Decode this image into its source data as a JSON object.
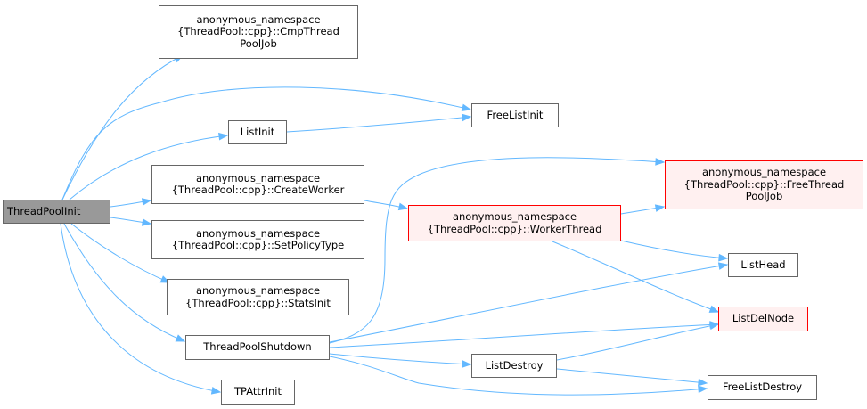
{
  "colors": {
    "edge": "#63b8ff",
    "node_border": "#666666",
    "root_fill": "#999999",
    "alert_border": "#ff0000",
    "alert_fill": "#fff0f0"
  },
  "nodes": {
    "root": {
      "lines": [
        "ThreadPoolInit"
      ]
    },
    "cmpjob": {
      "lines": [
        "anonymous_namespace",
        "{ThreadPool::cpp}::CmpThread",
        "PoolJob"
      ]
    },
    "freelistinit": {
      "lines": [
        "FreeListInit"
      ]
    },
    "listinit": {
      "lines": [
        "ListInit"
      ]
    },
    "createworker": {
      "lines": [
        "anonymous_namespace",
        "{ThreadPool::cpp}::CreateWorker"
      ]
    },
    "freethreadpool": {
      "lines": [
        "anonymous_namespace",
        "{ThreadPool::cpp}::FreeThread",
        "PoolJob"
      ]
    },
    "workerthread": {
      "lines": [
        "anonymous_namespace",
        "{ThreadPool::cpp}::WorkerThread"
      ]
    },
    "setpolicy": {
      "lines": [
        "anonymous_namespace",
        "{ThreadPool::cpp}::SetPolicyType"
      ]
    },
    "listhead": {
      "lines": [
        "ListHead"
      ]
    },
    "statsinit": {
      "lines": [
        "anonymous_namespace",
        "{ThreadPool::cpp}::StatsInit"
      ]
    },
    "listdelnode": {
      "lines": [
        "ListDelNode"
      ]
    },
    "shutdown": {
      "lines": [
        "ThreadPoolShutdown"
      ]
    },
    "listdestroy": {
      "lines": [
        "ListDestroy"
      ]
    },
    "freelistdestroy": {
      "lines": [
        "FreeListDestroy"
      ]
    },
    "tpattrinit": {
      "lines": [
        "TPAttrInit"
      ]
    }
  },
  "edges": [
    [
      "root",
      "cmpjob"
    ],
    [
      "root",
      "freelistinit"
    ],
    [
      "root",
      "listinit"
    ],
    [
      "root",
      "createworker"
    ],
    [
      "root",
      "setpolicy"
    ],
    [
      "root",
      "statsinit"
    ],
    [
      "root",
      "shutdown"
    ],
    [
      "root",
      "tpattrinit"
    ],
    [
      "listinit",
      "freelistinit"
    ],
    [
      "createworker",
      "workerthread"
    ],
    [
      "workerthread",
      "freethreadpool"
    ],
    [
      "workerthread",
      "listhead"
    ],
    [
      "workerthread",
      "listdelnode"
    ],
    [
      "shutdown",
      "freethreadpool"
    ],
    [
      "shutdown",
      "listhead"
    ],
    [
      "shutdown",
      "listdelnode"
    ],
    [
      "shutdown",
      "listdestroy"
    ],
    [
      "shutdown",
      "freelistdestroy"
    ],
    [
      "listdestroy",
      "listdelnode"
    ],
    [
      "listdestroy",
      "freelistdestroy"
    ]
  ]
}
